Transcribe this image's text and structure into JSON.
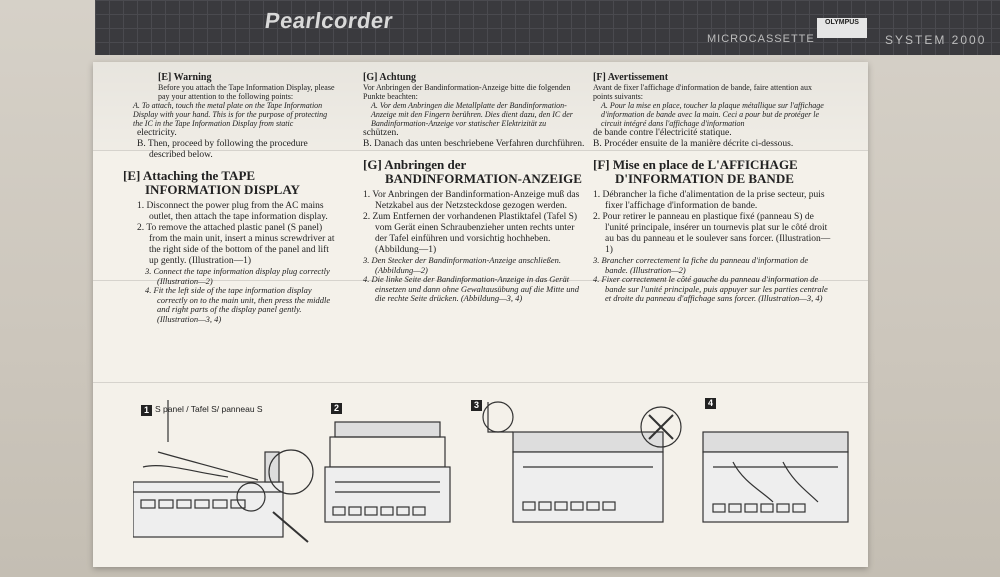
{
  "box": {
    "logo": "Pearlcorder",
    "micro_text": "MICROCASSETTE",
    "system_text": "SYSTEM 2000",
    "badge_text": "OLYMPUS"
  },
  "col_e": {
    "warn_head": "[E]  Warning",
    "warn_intro": "Before you attach the Tape Information Display, please pay your attention to the following points:",
    "warn_a": "A.  To attach, touch the metal plate on the Tape Information Display with your hand. This is for the purpose of protecting the IC in the Tape Information Display from static",
    "warn_a2": "electricity.",
    "warn_b": "B.  Then, proceed by following the procedure described below.",
    "title": "[E]  Attaching the TAPE INFORMATION DISPLAY",
    "s1": "1. Disconnect the power plug from the AC mains outlet, then attach the tape information display.",
    "s2": "2. To remove the attached plastic panel (S panel) from the main unit, insert a minus screwdriver at the right side of the bottom of the panel and lift up gently. (Illustration—1)",
    "s3": "3. Connect the tape information display plug correctly (Illustration—2)",
    "s4": "4. Fit the left side of the tape information display correctly on to the main unit, then press the middle and right parts of the display panel gently. (Illustration—3, 4)"
  },
  "col_g": {
    "warn_head": "[G]  Achtung",
    "warn_intro": "Vor Anbringen der Bandinformation-Anzeige bitte die folgenden Punkte beachten:",
    "warn_a": "A.  Vor dem Anbringen die Metallplatte der Bandinformation-Anzeige mit den Fingern berühren. Dies dient dazu, den IC der Bandinformation-Anzeige vor statischer Elektrizität zu",
    "warn_a2": "schützen.",
    "warn_b": "B.  Danach das unten beschriebene Verfahren durchführen.",
    "title": "[G]  Anbringen der BANDINFORMATION-ANZEIGE",
    "s1": "1. Vor Anbringen der Bandinformation-Anzeige muß das Netzkabel aus der Netzsteckdose gezogen werden.",
    "s2": "2. Zum Entfernen der vorhandenen Plastiktafel (Tafel S) vom Gerät einen Schraubenzieher unten rechts unter der Tafel einführen und vorsichtig hochheben. (Abbildung—1)",
    "s3": "3. Den Stecker der Bandinformation-Anzeige anschließen. (Abbildung—2)",
    "s4": "4. Die linke Seite der Bandinformation-Anzeige in das Gerät einsetzen und dann ohne Gewaltausübung auf die Mitte und die rechte Seite drücken. (Abbildung—3, 4)"
  },
  "col_f": {
    "warn_head": "[F]  Avertissement",
    "warn_intro": "Avant de fixer l'affichage d'information de bande, faire attention aux points suivants:",
    "warn_a": "A.  Pour la mise en place, toucher la plaque métallique sur l'affichage d'information de bande avec la main. Ceci a pour but de protéger le circuit intégré dans l'affichage d'information",
    "warn_a2": "de bande contre l'électricité statique.",
    "warn_b": "B.  Procéder ensuite de la manière décrite ci-dessous.",
    "title": "[F]  Mise en place de L'AFFICHAGE D'INFORMATION DE BANDE",
    "s1": "1. Débrancher la fiche d'alimentation de la prise secteur, puis fixer l'affichage d'information de bande.",
    "s2": "2. Pour retirer le panneau en plastique fixé (panneau S) de l'unité principale, insérer un tournevis plat sur le côté droit au bas du panneau et le soulever sans forcer. (Illustration—1)",
    "s3": "3. Brancher correctement la fiche du panneau d'information de bande. (Illustration—2)",
    "s4": "4. Fixer correctement le côté gauche du panneau d'information de bande sur l'unité principale, puis appuyer sur les parties centrale et droite du panneau d'affichage sans forcer. (Illustration—3, 4)"
  },
  "illustration": {
    "panel_label": "S panel / Tafel S/ panneau S",
    "n1": "1",
    "n2": "2",
    "n3": "3",
    "n4": "4"
  }
}
